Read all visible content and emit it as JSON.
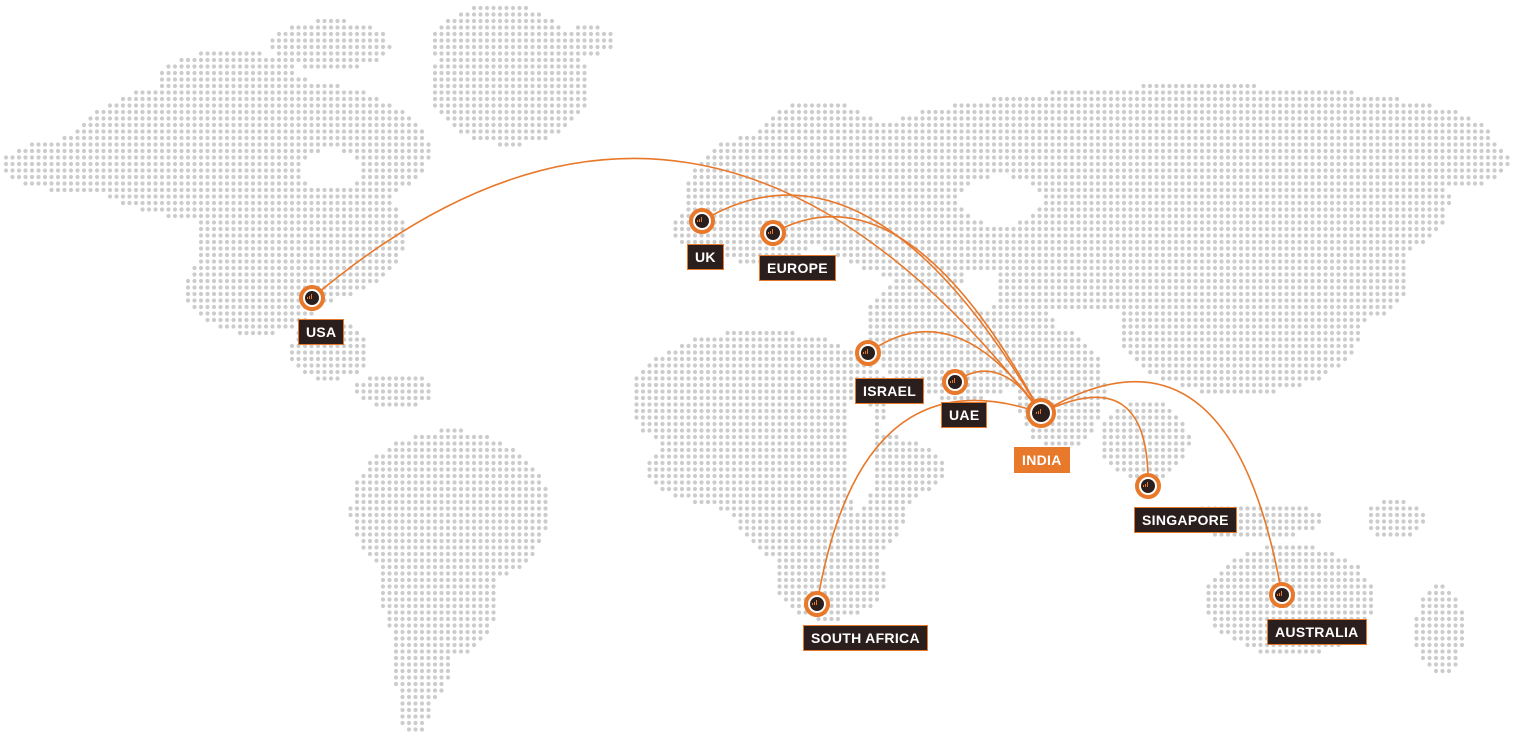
{
  "map": {
    "hub": "INDIA",
    "destinations": [
      "USA",
      "UK",
      "EUROPE",
      "ISRAEL",
      "UAE",
      "SINGAPORE",
      "SOUTH AFRICA",
      "AUSTRALIA"
    ]
  },
  "labels": {
    "usa": "USA",
    "uk": "UK",
    "europe": "EUROPE",
    "israel": "ISRAEL",
    "uae": "UAE",
    "india": "INDIA",
    "singapore": "SINGAPORE",
    "south_africa": "SOUTH AFRICA",
    "australia": "AUSTRALIA"
  },
  "icons": {
    "location": "signal-bars-icon"
  },
  "colors": {
    "accent": "#e8782a",
    "label_bg": "#2b1f1e",
    "label_text": "#ffffff",
    "dots": "#cccccc",
    "background": "#ffffff"
  }
}
